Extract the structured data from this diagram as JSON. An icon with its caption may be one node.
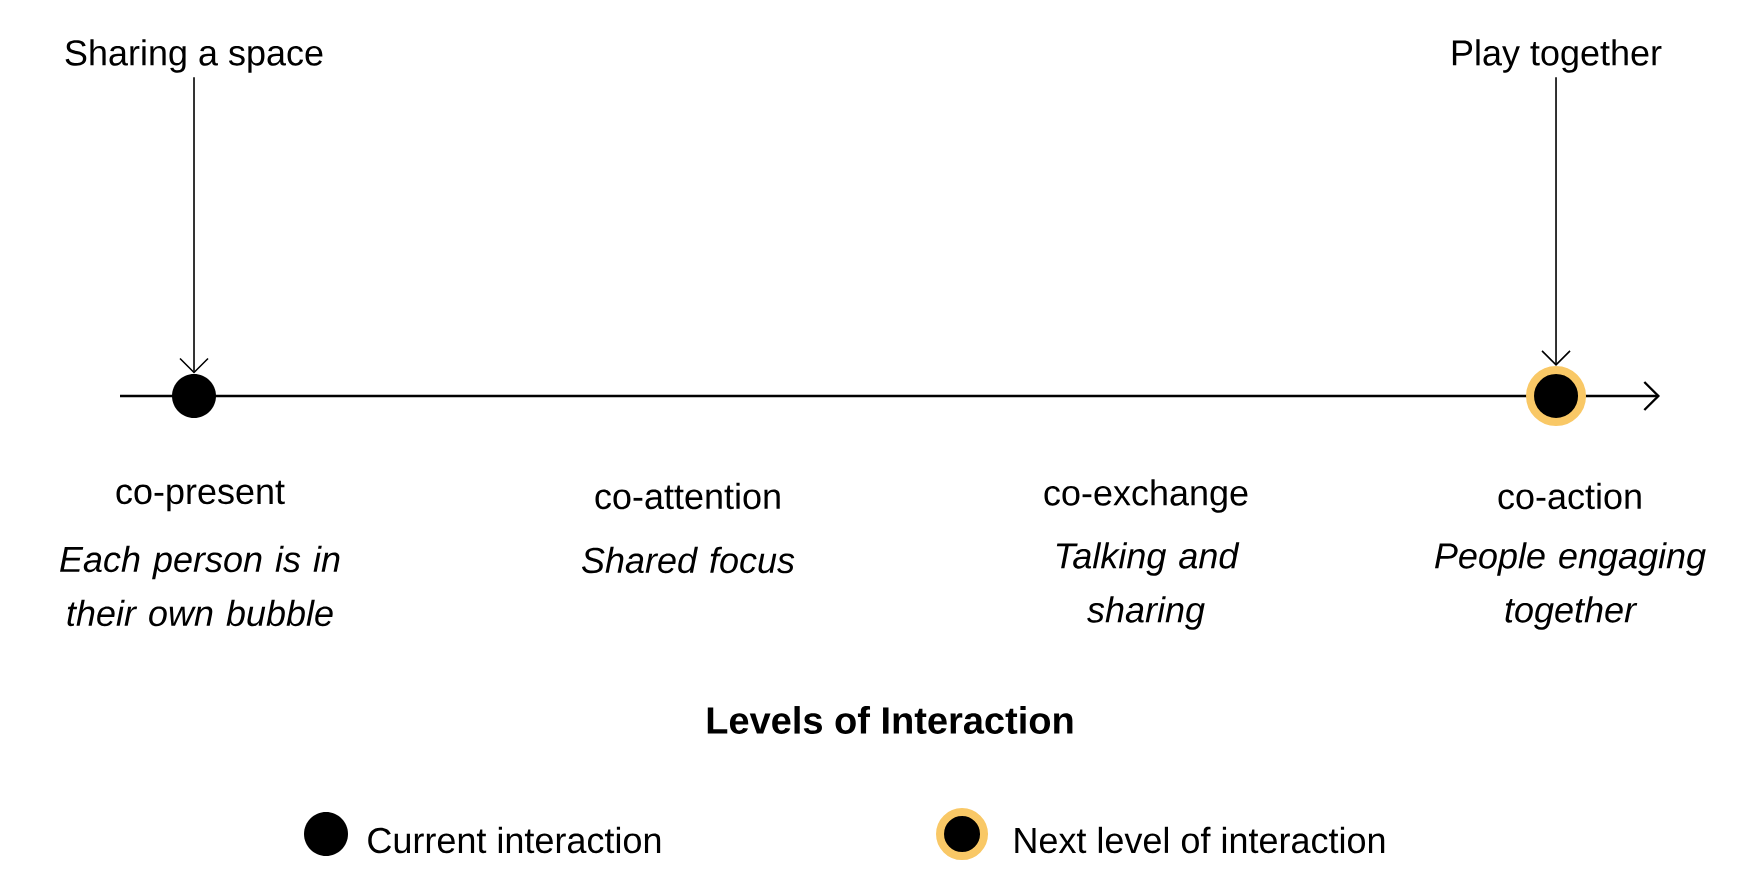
{
  "diagram": {
    "caption": "Levels of Interaction",
    "nodes": [
      {
        "text": [
          "Sharing a space"
        ]
      },
      {
        "text": [
          "Play together"
        ]
      },
      {
        "text": [],
        "shape": "circle"
      },
      {
        "text": [],
        "shape": "circle"
      }
    ],
    "edges": [
      {
        "from": 0,
        "to": 2,
        "arrow": "to"
      },
      {
        "from": 1,
        "to": 3,
        "arrow": "to"
      }
    ],
    "labels": [
      "co-present",
      "Each person is in their own bubble",
      "co-attention",
      "Shared focus",
      "co-exchange",
      "Talking and sharing",
      "co-action",
      "People engaging together"
    ],
    "legend": [
      {
        "text": "Current interaction"
      },
      {
        "text": "Next level of interaction"
      }
    ]
  }
}
